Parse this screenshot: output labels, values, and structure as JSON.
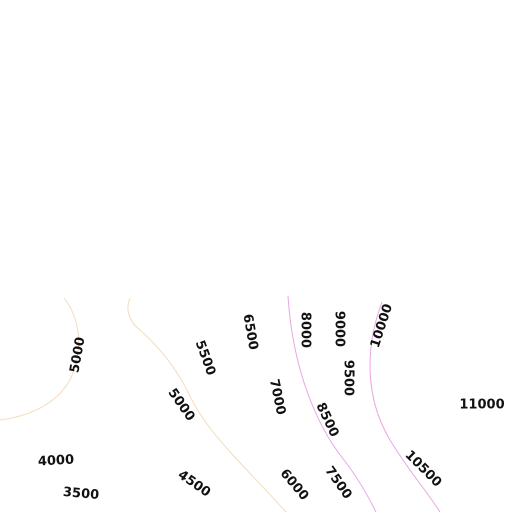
{
  "contours": {
    "colors": {
      "pale": "#f3dcbf",
      "magenta": "#e8a6e6"
    },
    "labels": [
      {
        "id": "c5000a",
        "text": "5000"
      },
      {
        "id": "c5500",
        "text": "5500"
      },
      {
        "id": "c6500",
        "text": "6500"
      },
      {
        "id": "c8000",
        "text": "8000"
      },
      {
        "id": "c9000",
        "text": "9000"
      },
      {
        "id": "c10000",
        "text": "10000"
      },
      {
        "id": "c9500",
        "text": "9500"
      },
      {
        "id": "c5000b",
        "text": "5000"
      },
      {
        "id": "c7000",
        "text": "7000"
      },
      {
        "id": "c8500",
        "text": "8500"
      },
      {
        "id": "c11000",
        "text": "11000"
      },
      {
        "id": "c4000",
        "text": "4000"
      },
      {
        "id": "c10500",
        "text": "10500"
      },
      {
        "id": "c4500",
        "text": "4500"
      },
      {
        "id": "c6000",
        "text": "6000"
      },
      {
        "id": "c7500",
        "text": "7500"
      },
      {
        "id": "c3500",
        "text": "3500"
      }
    ]
  }
}
